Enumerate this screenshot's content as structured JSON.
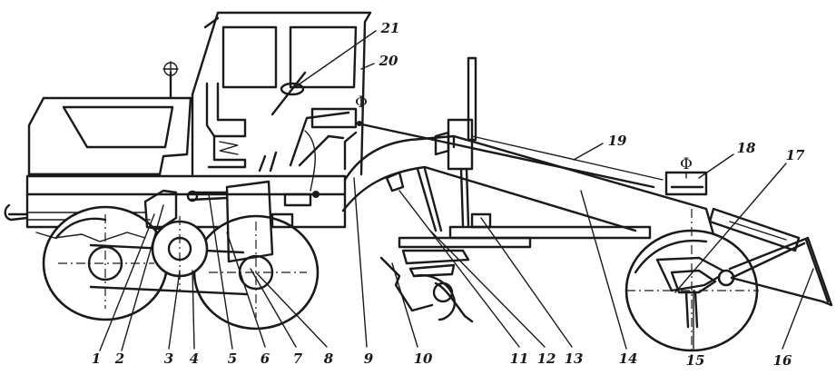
{
  "labels": {
    "l1": "1",
    "l2": "2",
    "l3": "3",
    "l4": "4",
    "l5": "5",
    "l6": "6",
    "l7": "7",
    "l8": "8",
    "l9": "9",
    "l10": "10",
    "l11": "11",
    "l12": "12",
    "l13": "13",
    "l14": "14",
    "l15": "15",
    "l16": "16",
    "l17": "17",
    "l18": "18",
    "l19": "19",
    "l20": "20",
    "l21": "21"
  },
  "symbols": {
    "phi_cab": "Φ",
    "phi_valve": "Φ"
  },
  "colors": {
    "ink": "#1a1a1a",
    "paper": "#ffffff"
  }
}
